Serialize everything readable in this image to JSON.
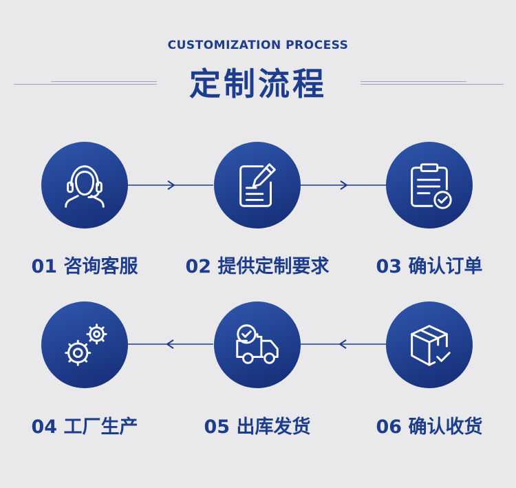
{
  "header": {
    "subtitle": "CUSTOMIZATION PROCESS",
    "title": "定制流程"
  },
  "colors": {
    "background": "#e9e9eb",
    "text": "#1c3c8d",
    "circle_top": "#2f57ad",
    "circle_bottom": "#142c74",
    "icon": "#ffffff",
    "line": "#1c3c8d",
    "deco_line": "#9aa6c3"
  },
  "steps": [
    {
      "label": "01 咨询客服",
      "icon": "customer-service-icon"
    },
    {
      "label": "02 提供定制要求",
      "icon": "document-edit-icon"
    },
    {
      "label": "03 确认订单",
      "icon": "order-confirm-icon"
    },
    {
      "label": "04 工厂生产",
      "icon": "gears-icon"
    },
    {
      "label": "05 出库发货",
      "icon": "delivery-truck-icon"
    },
    {
      "label": "06 确认收货",
      "icon": "package-check-icon"
    }
  ]
}
